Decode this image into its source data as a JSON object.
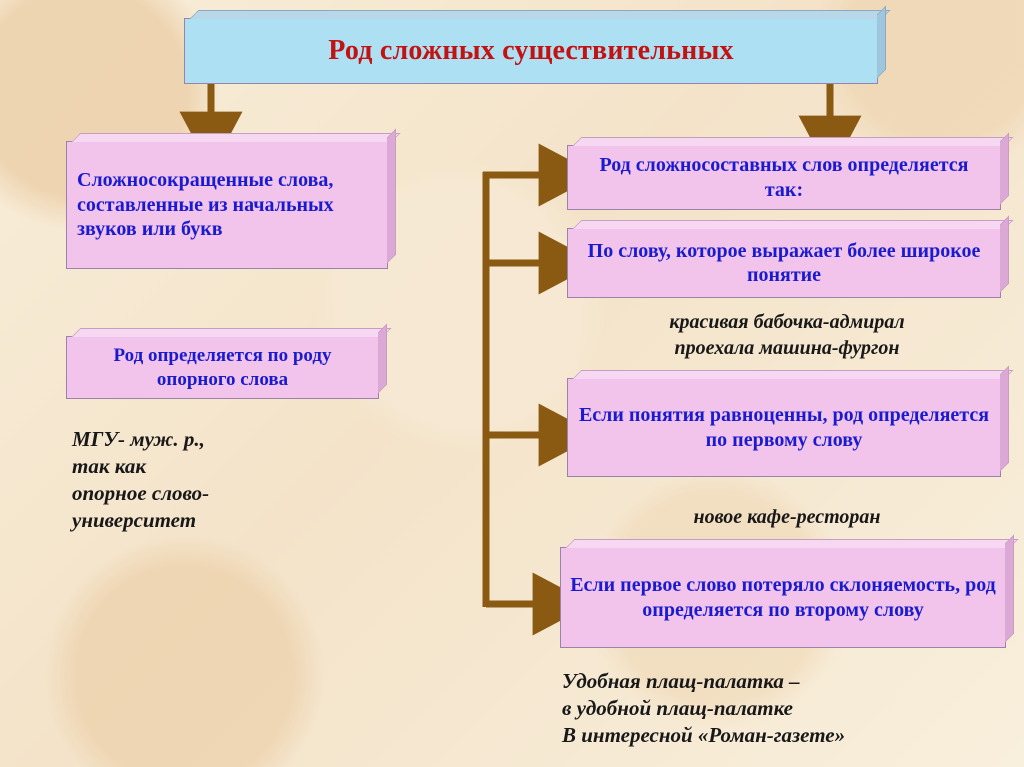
{
  "title": {
    "text": "Род сложных существительных"
  },
  "left_column": {
    "box1": "Сложносокращенные слова, составленные из начальных  звуков или букв",
    "box2": "Род определяется по роду опорного слова",
    "caption": "МГУ- муж. р.,\nтак как\nопорное слово-\nуниверситет"
  },
  "right_column": {
    "box1": "Род  сложносоставных  слов определяется  так:",
    "box2": "По слову, которое выражает более широкое понятие",
    "caption1": "красивая бабочка-адмирал\nпроехала машина-фургон",
    "box3": "Если  понятия  равноценны, род определяется по первому слову",
    "caption2": "новое кафе-ресторан",
    "box4": "Если первое слово потеряло склоняемость, род определяется по второму слову",
    "caption3": "Удобная плащ-палатка –\nв удобной плащ-палатке\nВ интересной «Роман-газете»"
  },
  "colors": {
    "title_text": "#c31212",
    "box_text": "#1a1ad0",
    "box_blue": "#ace0f2",
    "box_pink": "#f2c4ec",
    "arrow": "#8a5a12",
    "background": "#f7ead6"
  },
  "arrows": {
    "count": 6,
    "description": "brown connector arrows from title to both columns and from a left vertical trunk to the four right-hand boxes"
  }
}
